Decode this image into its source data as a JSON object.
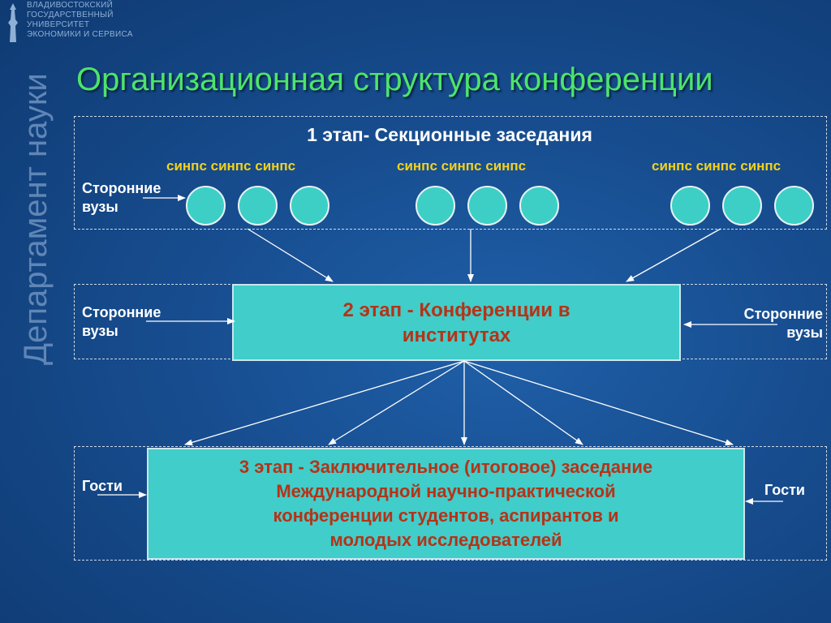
{
  "header": {
    "university_lines": [
      "ВЛАДИВОСТОКСКИЙ",
      "ГОСУДАРСТВЕННЫЙ",
      "УНИВЕРСИТЕТ",
      "ЭКОНОМИКИ И СЕРВИСА"
    ],
    "department_vertical": "Департамент науки",
    "title": "Организационная структура конференции"
  },
  "stage1": {
    "title": "1 этап- Секционные заседания",
    "group_labels": [
      "синпс синпс синпс",
      "синпс синпс синпс",
      "синпс синпс синпс"
    ],
    "side_label_line1": "Сторонние",
    "side_label_line2": "вузы"
  },
  "stage2": {
    "line1": "2 этап - Конференции в",
    "line2": "институтах",
    "left_label_line1": "Сторонние",
    "left_label_line2": "вузы",
    "right_label_line1": "Сторонние",
    "right_label_line2": "вузы"
  },
  "stage3": {
    "line1": "3 этап - Заключительное (итоговое) заседание",
    "line2": "Международной научно-практической",
    "line3": "конференции студентов, аспирантов и",
    "line4": "молодых исследователей",
    "left_label": "Гости",
    "right_label": "Гости"
  },
  "colors": {
    "title_green": "#4ee46a",
    "circle_fill": "#3dcfc6",
    "box_fill": "#41cdc9",
    "box_text": "#b53318",
    "group_label": "#f2d21a"
  }
}
